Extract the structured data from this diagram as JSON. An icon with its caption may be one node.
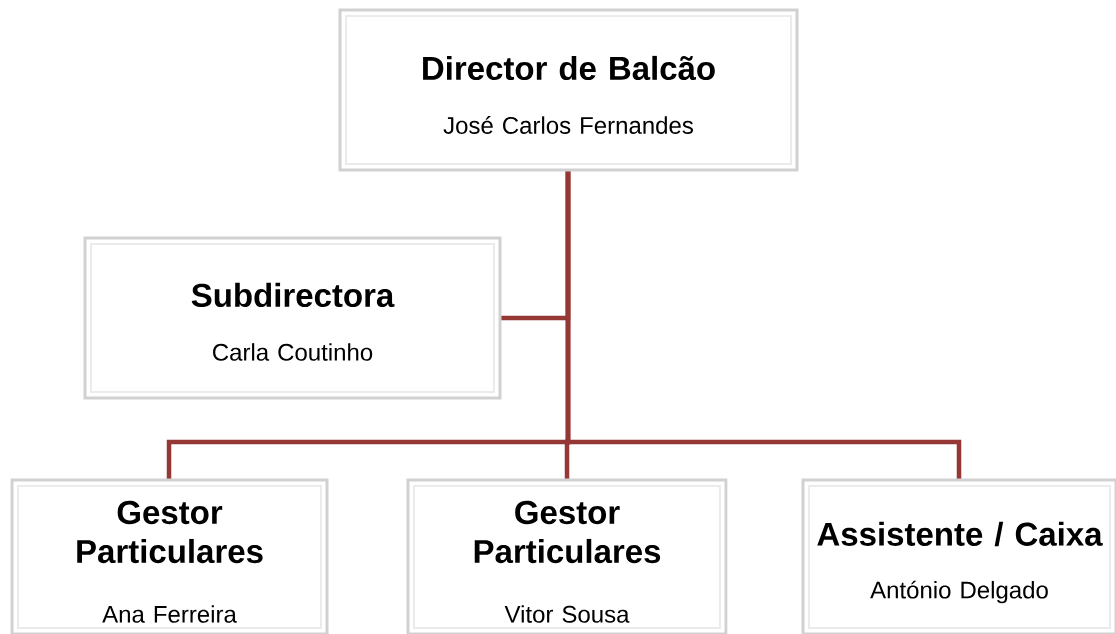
{
  "diagram": {
    "nodes": [
      {
        "text": [
          "Director de Balcão",
          "José Carlos Fernandes"
        ]
      },
      {
        "text": [
          "Subdirectora",
          "Carla Coutinho"
        ]
      },
      {
        "text": [
          "Gestor Particulares",
          "Ana Ferreira"
        ]
      },
      {
        "text": [
          "Gestor Particulares",
          "Vitor Sousa"
        ]
      },
      {
        "text": [
          "Assistente / Caixa",
          "António Delgado"
        ]
      }
    ],
    "edges": [
      {
        "from": 0,
        "to": 1,
        "arrow": "none"
      },
      {
        "from": 0,
        "to": 2,
        "arrow": "none"
      },
      {
        "from": 0,
        "to": 3,
        "arrow": "none"
      },
      {
        "from": 0,
        "to": 4,
        "arrow": "none"
      }
    ]
  }
}
